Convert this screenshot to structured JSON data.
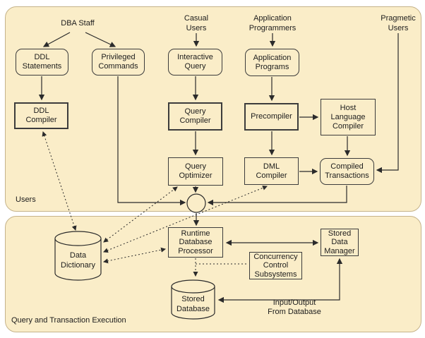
{
  "diagram": {
    "panels": {
      "users": {
        "label": "Users"
      },
      "execution": {
        "label": "Query and Transaction Execution"
      }
    },
    "actors": {
      "dba_staff": "DBA Staff",
      "casual_users": "Casual\nUsers",
      "application_programmers": "Application\nProgrammers",
      "pragmetic_users": "Pragmetic\nUsers"
    },
    "nodes": {
      "ddl_statements": "DDL\nStatements",
      "privileged_commands": "Privileged\nCommands",
      "interactive_query": "Interactive\nQuery",
      "application_programs": "Application\nPrograms",
      "ddl_compiler": "DDL\nCompiler",
      "query_compiler": "Query\nCompiler",
      "precompiler": "Precompiler",
      "host_language_compiler": "Host\nLanguage\nCompiler",
      "query_optimizer": "Query\nOptimizer",
      "dml_compiler": "DML\nCompiler",
      "compiled_transactions": "Compiled\nTransactions",
      "runtime_database_processor": "Runtime\nDatabase\nProcessor",
      "stored_data_manager": "Stored\nData\nManager",
      "concurrency_control": "Concurrency\nControl\nSubsystems"
    },
    "stores": {
      "data_dictionary": "Data\nDictionary",
      "stored_database": "Stored\nDatabase"
    },
    "annotations": {
      "io_label": "Input/Output\nFrom Database"
    },
    "colors": {
      "panel_fill": "#FAEDC8",
      "panel_border": "#C5B38A",
      "node_border": "#3C3C3C",
      "line": "#2B2B2B",
      "text": "#1C1C1C",
      "page_bg": "#FFFFFF"
    }
  }
}
